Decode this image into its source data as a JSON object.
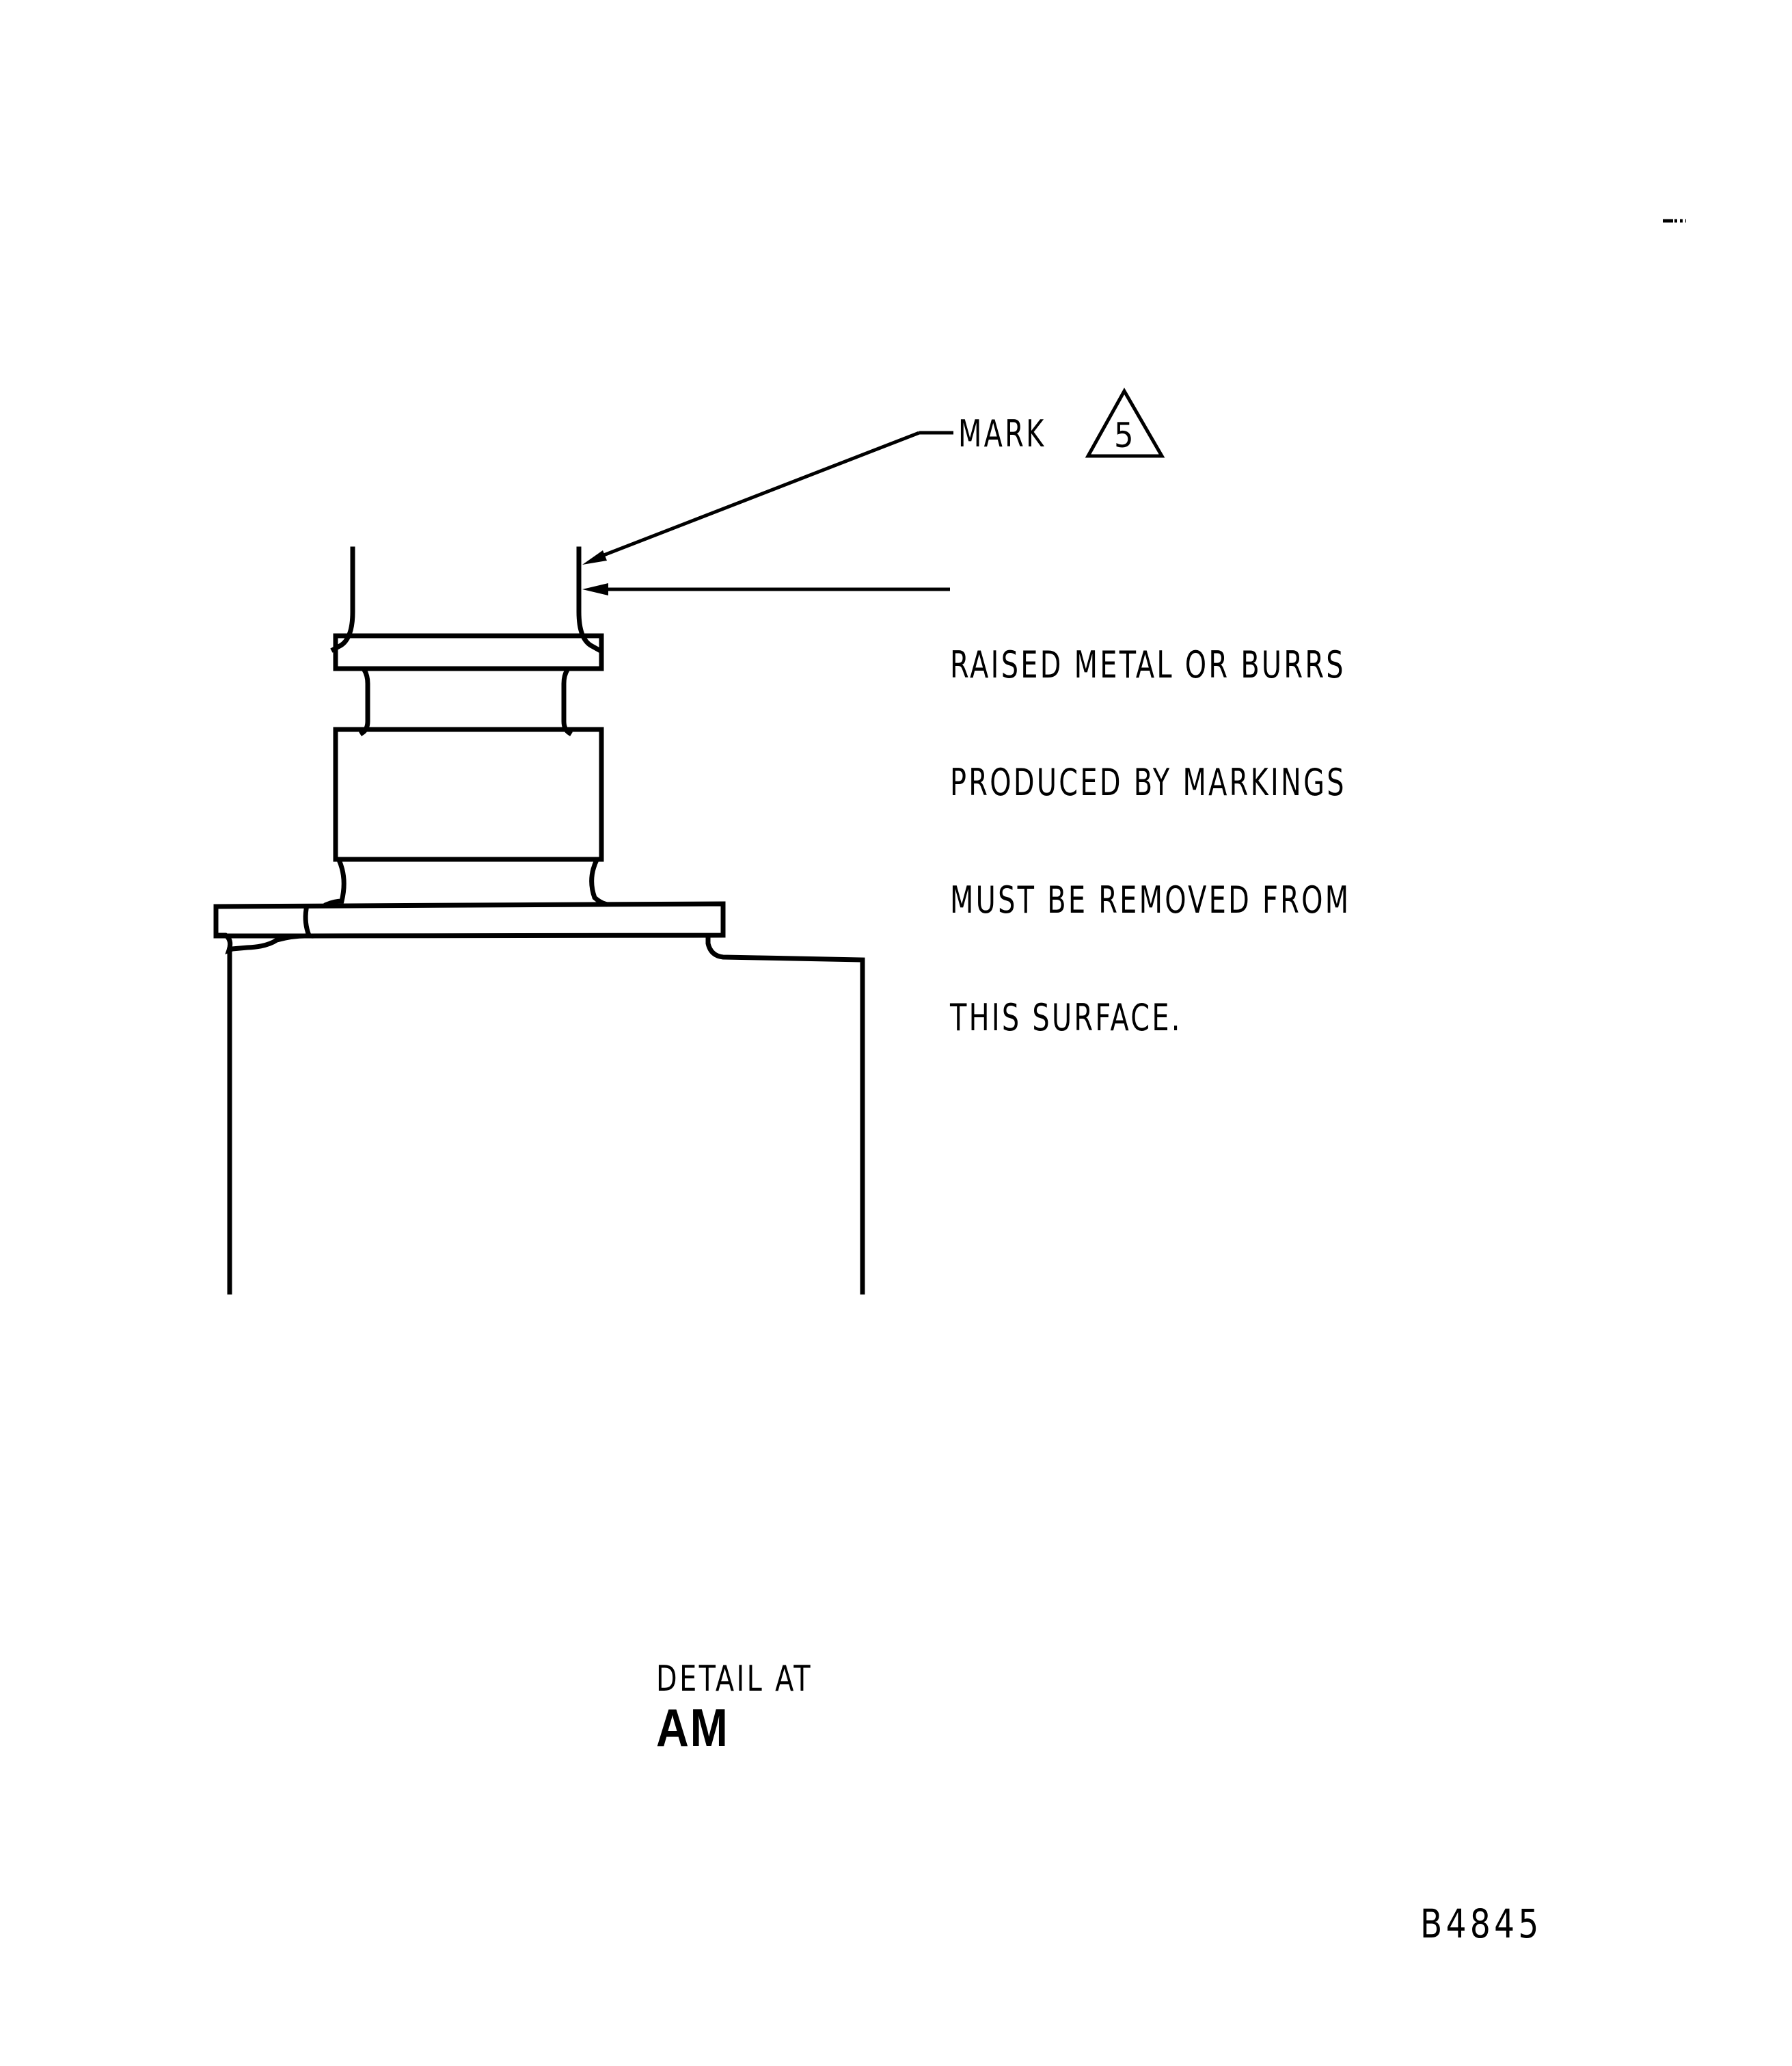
{
  "drawing": {
    "type": "technical-detail-drawing",
    "callouts": {
      "mark": {
        "label": "MARK",
        "flag_note_number": "5",
        "flag_shape": "triangle"
      },
      "surface_note": {
        "lines": [
          "RAISED METAL OR BURRS",
          "PRODUCED BY MARKINGS",
          "MUST BE REMOVED FROM",
          "THIS SURFACE."
        ]
      }
    },
    "caption": {
      "prefix": "DETAIL AT",
      "reference": "AM"
    },
    "figure_number": "B4845"
  }
}
